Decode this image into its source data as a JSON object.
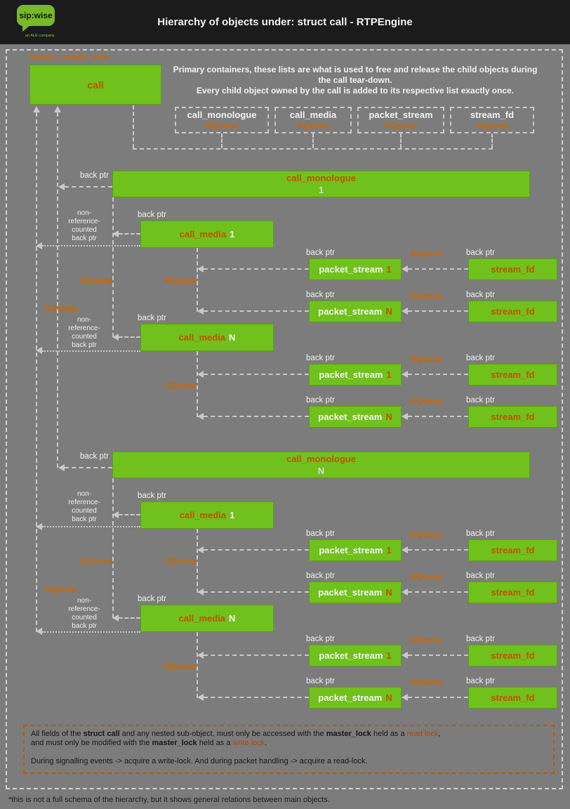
{
  "colors": {
    "accent_orange": "#cc6600",
    "box_green": "#70c11c",
    "line_gray": "#c9c9c9",
    "header_bg": "#1b1b1b",
    "background": "#7c7c7c",
    "note_border": "#b85c00"
  },
  "header": {
    "title": "Hierarchy of objects under: struct call - RTPEngine",
    "logo_brand": "sip:wise",
    "logo_tagline": "an ALE company"
  },
  "top": {
    "master_lock": "rwlock_t master_lock",
    "intro_line1": "Primary containers, these lists are what is used to free and release the child objects during the call tear-down.",
    "intro_line2": "Every child object owned by the call is added to its respective list exactly once."
  },
  "queues": [
    {
      "title": "call_monologue",
      "type": "GQueue"
    },
    {
      "title": "call_media",
      "type": "GQueue"
    },
    {
      "title": "packet_stream",
      "type": "GQueue"
    },
    {
      "title": "stream_fd",
      "type": "GQueue"
    }
  ],
  "labels": {
    "back_ptr": "back ptr",
    "gqueue": "GQueue",
    "non_ref": [
      "non-",
      "reference-",
      "counted",
      "back ptr"
    ]
  },
  "tree": {
    "call": "call",
    "monologue": {
      "title": "call_monologue",
      "first": "1",
      "nth": "N"
    },
    "media": {
      "title": "call_media",
      "first": "1",
      "nth": "N"
    },
    "packet_stream": {
      "title": "packet_stream",
      "first": "1",
      "nth": "N"
    },
    "stream_fd": {
      "title": "stream_fd"
    }
  },
  "note": {
    "l1": [
      "All fields of the ",
      "struct call",
      " and any nested sub-object, must only be accessed with the ",
      "master_lock",
      " held as a ",
      "read lock",
      ","
    ],
    "l2": [
      "and must only be modified with the ",
      "master_lock",
      " held as a ",
      "write lock",
      "."
    ],
    "l3": "During signalling events -> acquire a write-lock. And during packet handling -> acquire a read-lock."
  },
  "footnote": "*this is not a full schema of the hierarchy, but it shows general relations between main objects."
}
